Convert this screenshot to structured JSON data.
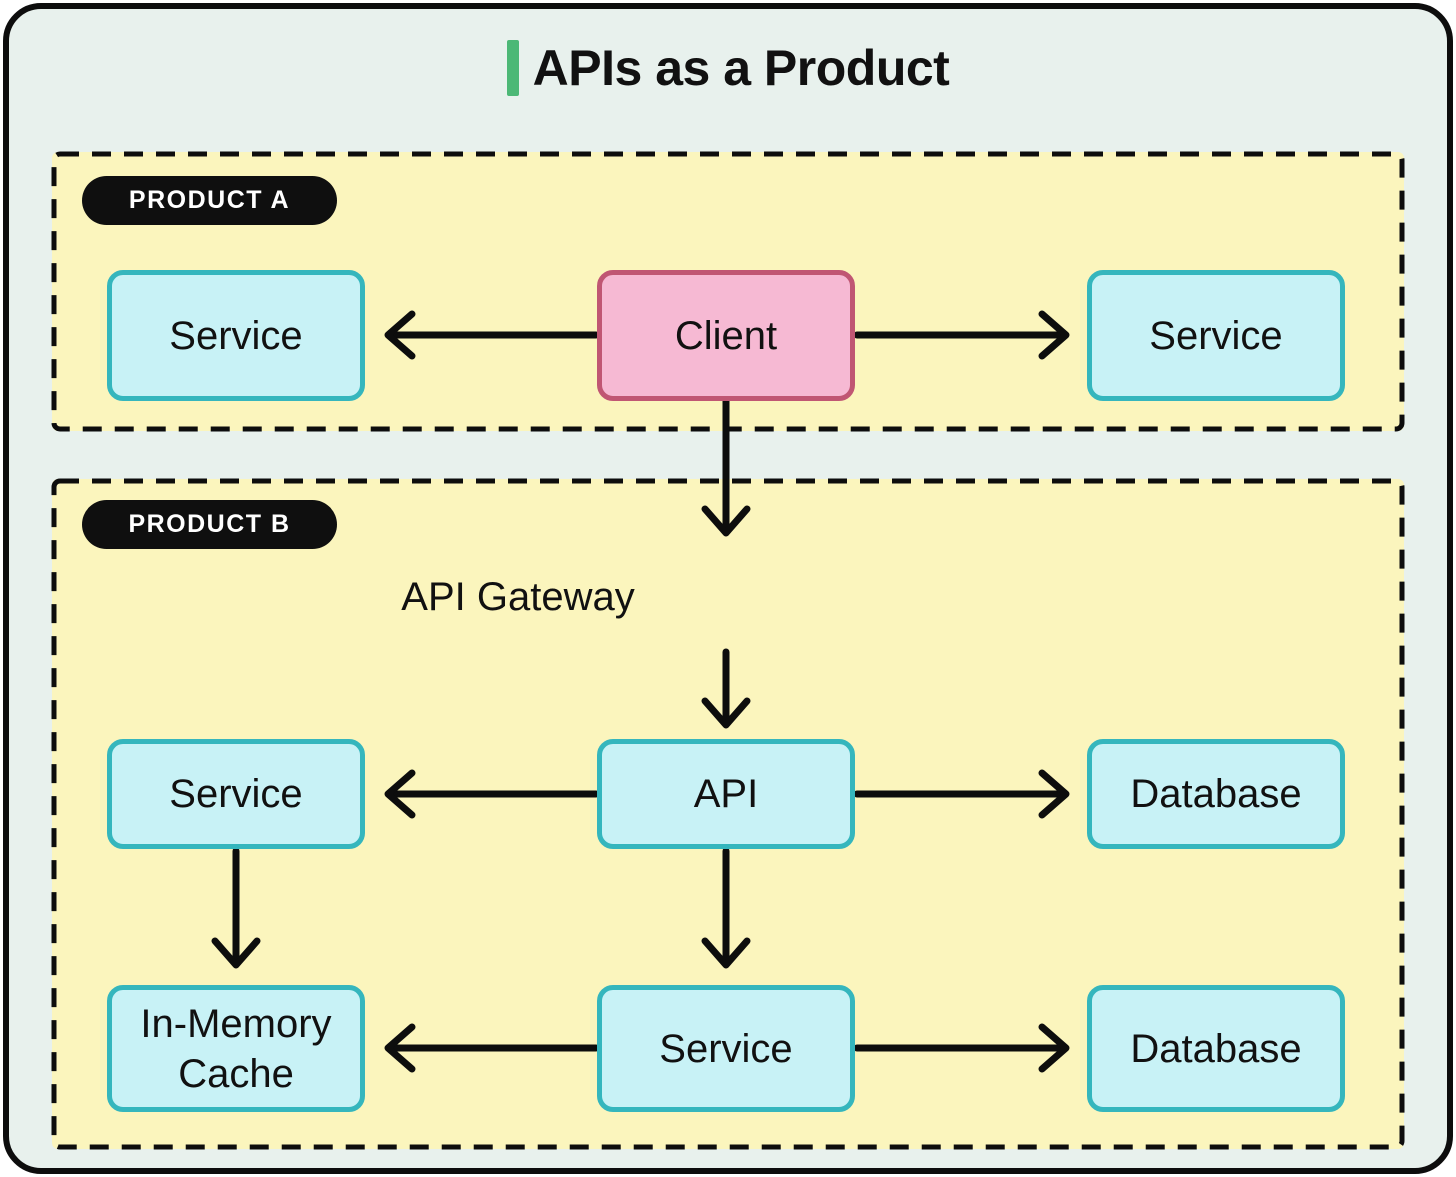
{
  "title": "APIs as a Product",
  "colors": {
    "card_background": "#e8f1ed",
    "panel_yellow": "#fbf5bd",
    "node_cyan_fill": "#c8f2f6",
    "node_cyan_border": "#35b6bd",
    "client_pink_fill": "#f6b9d3",
    "client_pink_border": "#c05673",
    "accent_green": "#4cb876",
    "stroke_black": "#0d0d0d",
    "pill_black": "#0f0f0f",
    "pill_text": "#ffffff"
  },
  "product_a": {
    "label": "PRODUCT A",
    "nodes": {
      "service_left": "Service",
      "client": "Client",
      "service_right": "Service"
    }
  },
  "product_b": {
    "label": "PRODUCT B",
    "gateway_label": "API Gateway",
    "nodes": {
      "service_left": "Service",
      "api": "API",
      "database_top": "Database",
      "cache": "In-Memory Cache",
      "service_bottom": "Service",
      "database_bottom": "Database"
    }
  }
}
